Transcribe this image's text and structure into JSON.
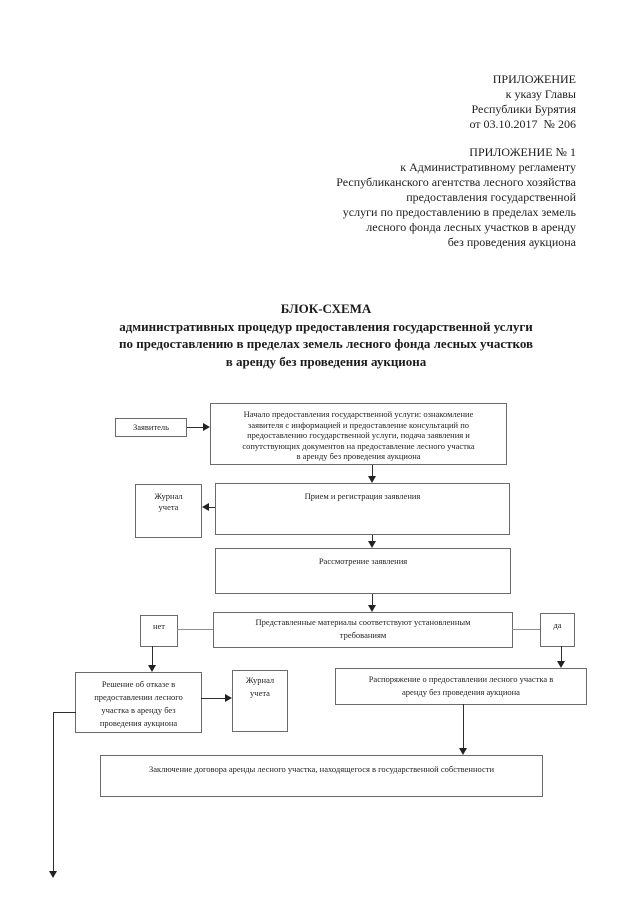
{
  "page": {
    "header_block_1": "ПРИЛОЖЕНИЕ\nк указу Главы\nРеспублики Бурятия\nот 03.10.2017  № 206",
    "header_block_2": "ПРИЛОЖЕНИЕ № 1\nк Административному регламенту\nРеспубликанского агентства лесного хозяйства\nпредоставления государственной\nуслуги по предоставлению в пределах земель\nлесного фонда лесных участков в аренду\nбез проведения аукциона",
    "title": "БЛОК-СХЕМА\nадминистративных процедур предоставления государственной услуги\nпо предоставлению в пределах земель лесного фонда лесных участков\nв аренду без проведения аукциона"
  },
  "flowchart": {
    "applicant": "Заявитель",
    "start": "Начало предоставления государственной услуги: ознакомление\nзаявителя с информацией и предоставление консультаций по\nпредоставлению государственной услуги, подача заявления и\nсопутствующих документов на предоставление лесного участка\nв аренду без проведения аукциона",
    "journal1": "Журнал\nучета",
    "reception": "Прием и регистрация заявления",
    "review": "Рассмотрение заявления",
    "label_no": "нет",
    "decision": "Представленные материалы соответствуют установленным\nтребованиям",
    "label_yes": "да",
    "refusal": "Решение об отказе в\nпредоставлении лесного\nучастка в аренду без\nпроведения аукциона",
    "journal2": "Журнал\nучета",
    "order": "Распоряжение о предоставлении лесного участка в\nаренду без проведения аукциона",
    "contract": "Заключение договора аренды лесного участка, находящегося в государственной собственности"
  },
  "colors": {
    "ink": "#1c1c1c",
    "box_border": "#6a6a6a",
    "connector": "#2e2e2e",
    "connector_light": "#8f8f8f",
    "background": "#ffffff"
  }
}
